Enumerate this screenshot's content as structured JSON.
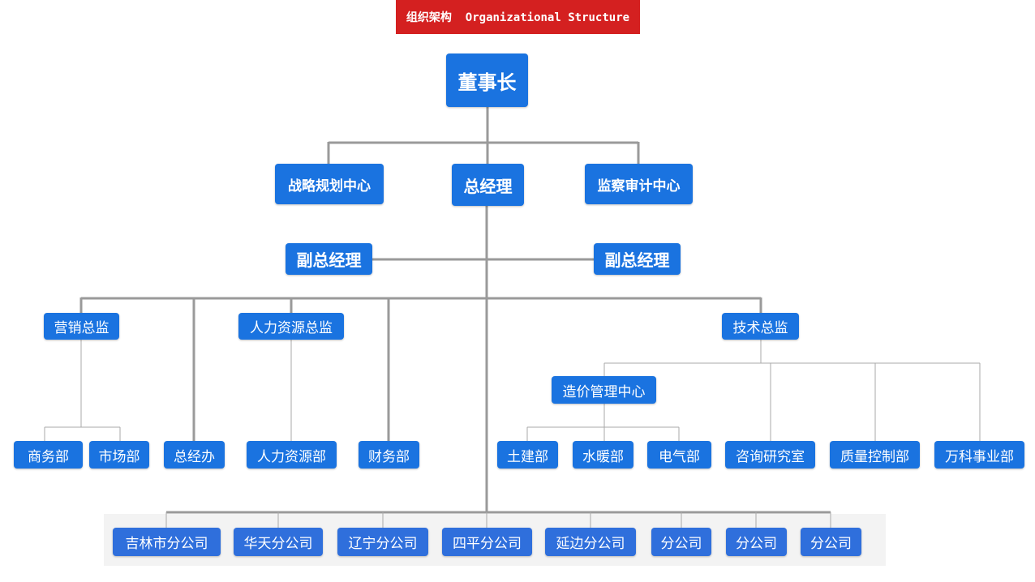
{
  "header": {
    "title": "组织架构  Organizational Structure"
  },
  "colors": {
    "banner": "#d42020",
    "node": "#1a73e0",
    "line": "#999999"
  },
  "org": {
    "chairman": "董事长",
    "strategy": "战略规划中心",
    "general_manager": "总经理",
    "audit": "监察审计中心",
    "deputy_gm_left": "副总经理",
    "deputy_gm_right": "副总经理",
    "marketing_director": "营销总监",
    "hr_director": "人力资源总监",
    "tech_director": "技术总监",
    "cost_center": "造价管理中心",
    "departments": [
      "商务部",
      "市场部",
      "总经办",
      "人力资源部",
      "财务部",
      "土建部",
      "水暖部",
      "电气部",
      "咨询研究室",
      "质量控制部",
      "万科事业部"
    ],
    "branches": [
      "吉林市分公司",
      "华天分公司",
      "辽宁分公司",
      "四平分公司",
      "延边分公司",
      "分公司",
      "分公司",
      "分公司"
    ]
  }
}
